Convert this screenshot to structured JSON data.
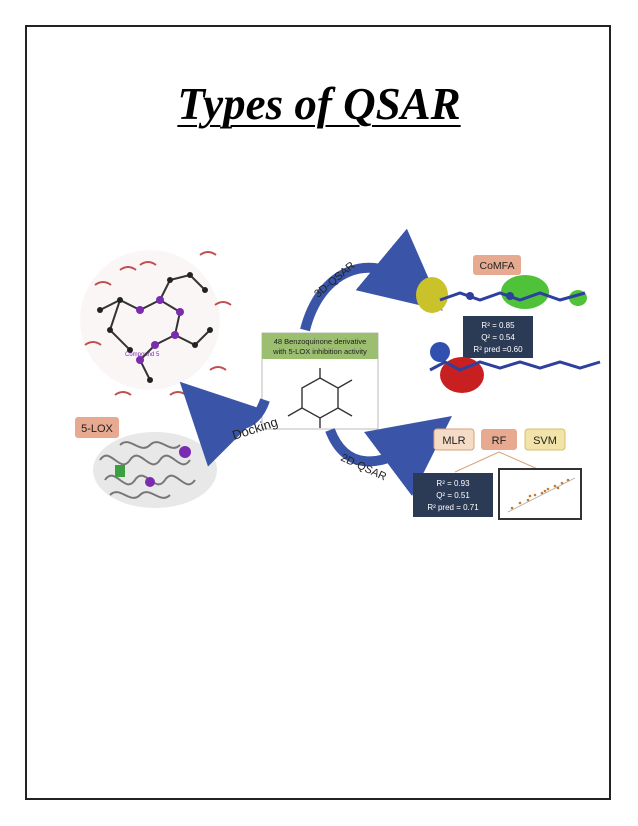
{
  "page": {
    "title": "Types of QSAR"
  },
  "figure": {
    "center_box": {
      "line1": "48 Benzoquinone derivative",
      "line2": "with 5-LOX inhibition activity"
    },
    "arrow_3d": "3D-QSAR",
    "arrow_2d": "2D-QSAR",
    "arrow_docking": "Docking",
    "lox_label": "5-LOX",
    "comfa_label": "CoMFA",
    "stats_3d": [
      "R² = 0.85",
      "Q² = 0.54",
      "R² pred =0.60"
    ],
    "methods": [
      "MLR",
      "RF",
      "SVM"
    ],
    "stats_2d": [
      "R² = 0.93",
      "Q² = 0.51",
      "R² pred = 0.71"
    ],
    "compound_label": "Compound 5",
    "colors": {
      "arrow_blue": "#3a55a8",
      "label_salmon": "#e7a98f",
      "stats_navy": "#2b3a55",
      "center_green": "#9bbf6f"
    }
  }
}
